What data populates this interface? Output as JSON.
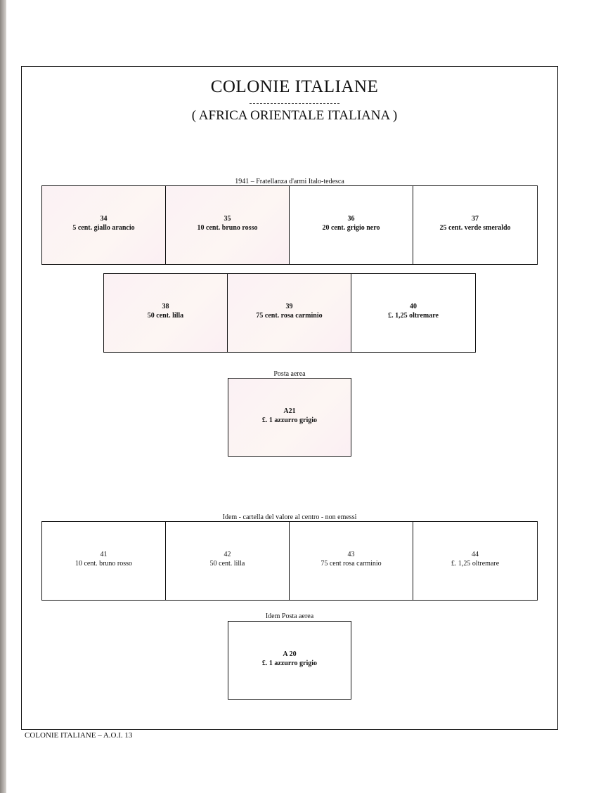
{
  "header": {
    "title": "COLONIE ITALIANE",
    "subtitle": "( AFRICA  ORIENTALE ITALIANA )"
  },
  "sections": [
    {
      "caption": "1941 – Fratellanza  d'armi Italo-tedesca",
      "stamps": [
        {
          "number": "34",
          "desc": "5 cent. giallo arancio"
        },
        {
          "number": "35",
          "desc": "10 cent. bruno rosso"
        },
        {
          "number": "36",
          "desc": "20 cent. grigio nero"
        },
        {
          "number": "37",
          "desc": "25 cent. verde smeraldo"
        },
        {
          "number": "38",
          "desc": "50 cent. lilla"
        },
        {
          "number": "39",
          "desc": "75 cent.  rosa carminio"
        },
        {
          "number": "40",
          "desc": "£. 1,25 oltremare"
        }
      ]
    },
    {
      "caption": "Posta aerea",
      "stamps": [
        {
          "number": "A21",
          "desc": "£. 1 azzurro grigio"
        }
      ]
    },
    {
      "caption": "Idem - cartella del valore al centro -  non emessi",
      "stamps": [
        {
          "number": "41",
          "desc": "10 cent. bruno rosso"
        },
        {
          "number": "42",
          "desc": "50 cent. lilla"
        },
        {
          "number": "43",
          "desc": "75 cent rosa carminio"
        },
        {
          "number": "44",
          "desc": "£. 1,25 oltremare"
        }
      ]
    },
    {
      "caption": "Idem Posta aerea",
      "stamps": [
        {
          "number": "A 20",
          "desc": "£. 1 azzurro grigio"
        }
      ]
    }
  ],
  "footer": "COLONIE ITALIANE –  A.O.I.   13"
}
